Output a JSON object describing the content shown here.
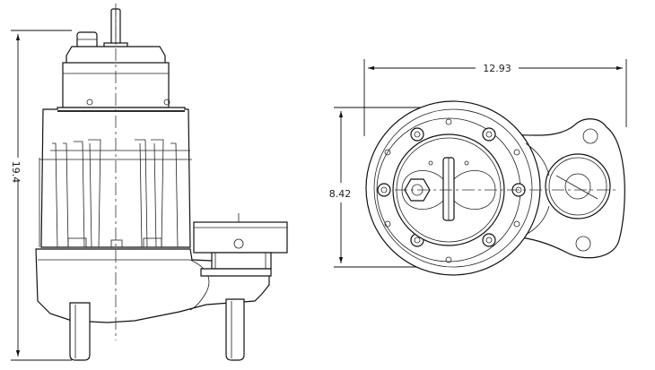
{
  "dimensions": {
    "height": "19.4",
    "width": "12.93",
    "depth": "8.42"
  },
  "colors": {
    "line": "#111111",
    "background": "#ffffff"
  }
}
